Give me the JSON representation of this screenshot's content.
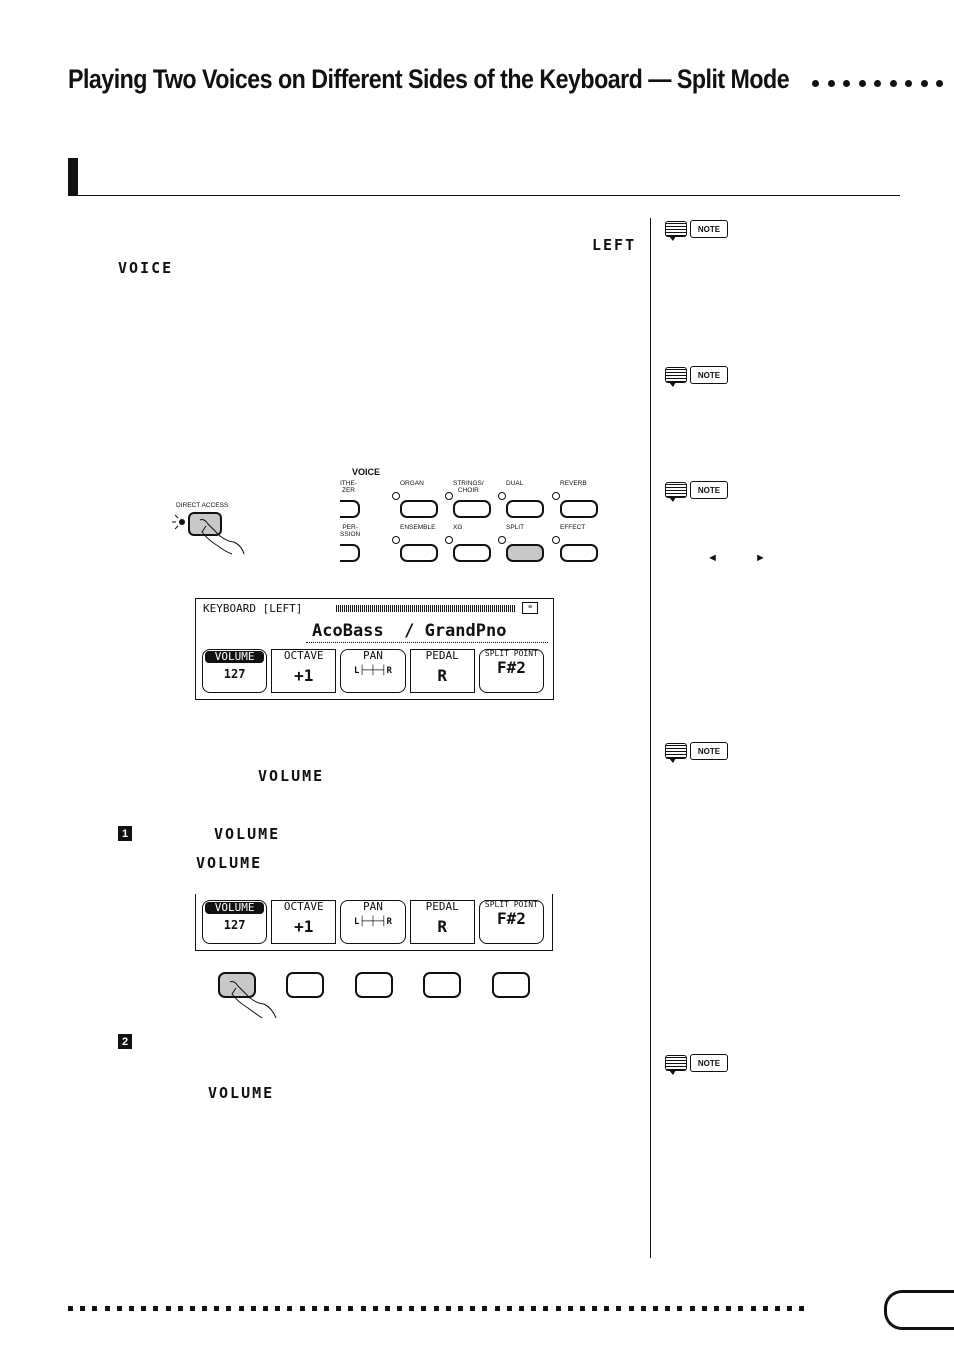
{
  "header": {
    "title": "Playing Two Voices on Different Sides of the Keyboard — Split Mode"
  },
  "body": {
    "left_button": "LEFT",
    "voice_button": "VOICE",
    "volume_word_1": "VOLUME",
    "step1_word": "VOLUME",
    "step1_word_2": "VOLUME",
    "step2_word": "VOLUME",
    "step1_num": "1",
    "step2_num": "2"
  },
  "panel": {
    "voice_label": "VOICE",
    "direct_access": "DIRECT ACCESS",
    "row1": [
      {
        "label": "ITHE-\nZER"
      },
      {
        "label": "ORGAN"
      },
      {
        "label": "STRINGS/\nCHOIR"
      },
      {
        "label": "DUAL"
      },
      {
        "label": "REVERB"
      }
    ],
    "row2": [
      {
        "label": "PER-\nSSION"
      },
      {
        "label": "ENSEMBLE"
      },
      {
        "label": "XG"
      },
      {
        "label": "SPLIT"
      },
      {
        "label": "EFFECT"
      }
    ]
  },
  "lcd1": {
    "header": "KEYBOARD [LEFT]",
    "voices": "AcoBass  / GrandPno",
    "tabs": [
      {
        "label": "VOLUME",
        "value": "127"
      },
      {
        "label": "OCTAVE",
        "value": "+1"
      },
      {
        "label": "PAN",
        "value": "L├─┼─┤R"
      },
      {
        "label": "PEDAL",
        "value": "R"
      },
      {
        "label": "SPLIT POINT",
        "value": "F#2"
      }
    ]
  },
  "lcd2": {
    "tabs": [
      {
        "label": "VOLUME",
        "value": "127"
      },
      {
        "label": "OCTAVE",
        "value": "+1"
      },
      {
        "label": "PAN",
        "value": "L├─┼─┤R"
      },
      {
        "label": "PEDAL",
        "value": "R"
      },
      {
        "label": "SPLIT POINT",
        "value": "F#2"
      }
    ]
  },
  "notes": {
    "label": "NOTE",
    "arrows_left": "◄",
    "arrows_right": "►"
  },
  "colors": {
    "ink": "#111111",
    "button_pressed": "#c8c8c8"
  }
}
